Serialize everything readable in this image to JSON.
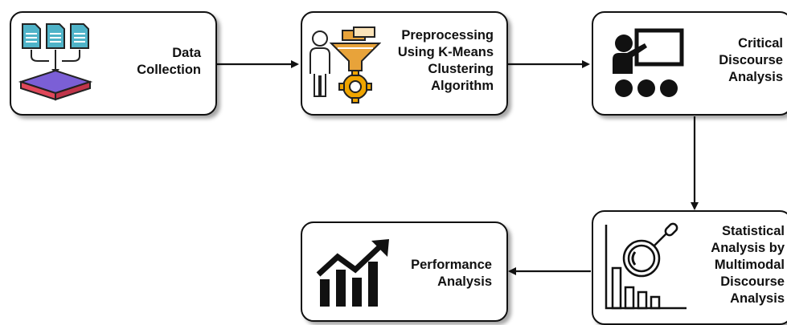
{
  "diagram": {
    "nodes": [
      {
        "id": "data-collection",
        "lines": [
          "Data",
          "Collection"
        ],
        "icon": "documents-to-database-icon"
      },
      {
        "id": "preprocessing",
        "lines": [
          "Preprocessing",
          "Using K-Means",
          "Clustering",
          "Algorithm"
        ],
        "icon": "person-funnel-gear-icon"
      },
      {
        "id": "critical-discourse",
        "lines": [
          "Critical",
          "Discourse",
          "Analysis"
        ],
        "icon": "presenter-audience-icon"
      },
      {
        "id": "statistical-analysis",
        "lines": [
          "Statistical",
          "Analysis by",
          "Multimodal",
          "Discourse",
          "Analysis"
        ],
        "icon": "magnifier-bar-chart-icon"
      },
      {
        "id": "performance",
        "lines": [
          "Performance",
          "Analysis"
        ],
        "icon": "growth-chart-icon"
      }
    ],
    "edges": [
      {
        "from": "data-collection",
        "to": "preprocessing"
      },
      {
        "from": "preprocessing",
        "to": "critical-discourse"
      },
      {
        "from": "critical-discourse",
        "to": "statistical-analysis"
      },
      {
        "from": "statistical-analysis",
        "to": "performance"
      }
    ],
    "colors": {
      "border": "#111111",
      "database_top": "#7b5fd6",
      "database_side": "#e0485a",
      "document": "#4fb3c8",
      "funnel": "#e8a33a",
      "gear": "#f0a500"
    }
  }
}
